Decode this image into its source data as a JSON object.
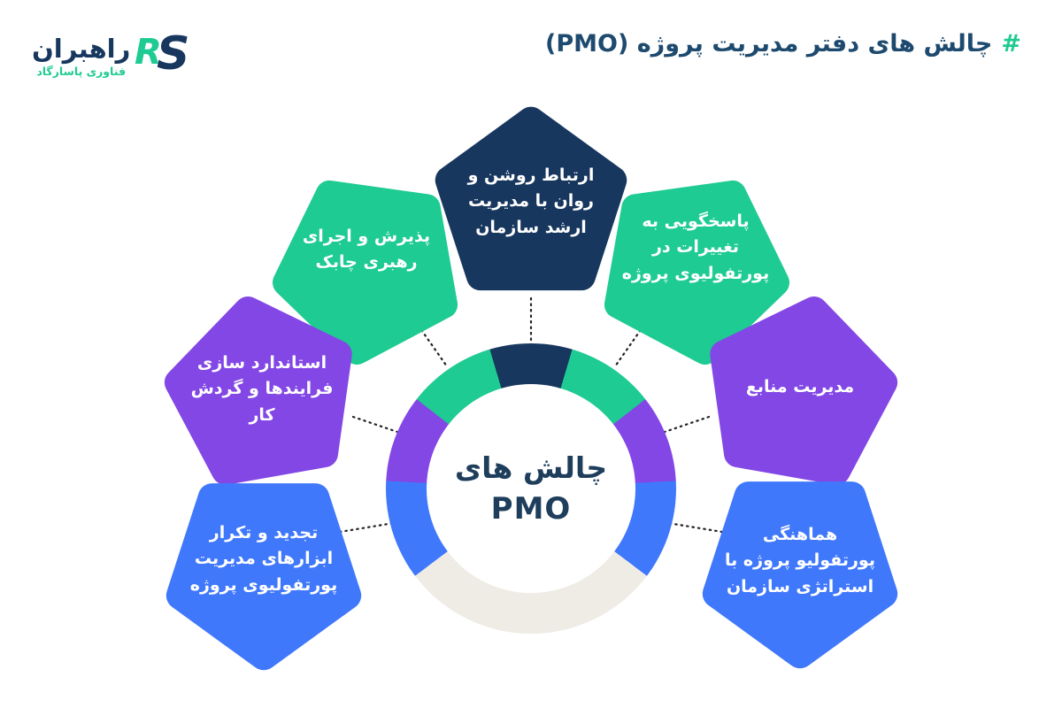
{
  "header": {
    "title": {
      "hash": "#",
      "text": "چالش های دفتر مدیریت پروژه (PMO)"
    },
    "logo": {
      "brand": "راهبران",
      "tagline": "فناوری پاسارگاد",
      "mark": {
        "letter_green": "R",
        "letter_navy": "S"
      }
    }
  },
  "diagram": {
    "center": {
      "line1": "چالش های",
      "line2": "PMO"
    },
    "ring": {
      "segments": [
        {
          "color": "#17375e",
          "to": 16.5
        },
        {
          "color": "#1ecb92",
          "to": 52
        },
        {
          "color": "#8347e6",
          "to": 87
        },
        {
          "color": "#4078fb",
          "to": 127
        },
        {
          "color": "#eeece4",
          "to": 233
        },
        {
          "color": "#4078fb",
          "to": 273
        },
        {
          "color": "#8347e6",
          "to": 308
        },
        {
          "color": "#1ecb92",
          "to": 343.5
        },
        {
          "color": "#17375e",
          "to": 360
        }
      ]
    },
    "items": [
      {
        "id": "senior-management-communication",
        "color": "#17375e",
        "lines": [
          "ارتباط روشن و",
          "روان با مدیریت",
          "ارشد سازمان"
        ]
      },
      {
        "id": "agile-leadership",
        "color": "#1ecb92",
        "lines": [
          "پذیرش و اجرای",
          "رهبری چابک"
        ]
      },
      {
        "id": "portfolio-change-response",
        "color": "#1ecb92",
        "lines": [
          "پاسخگویی به",
          "تغییرات در",
          "پورتفولیوی پروژه"
        ]
      },
      {
        "id": "process-standardization",
        "color": "#8347e6",
        "lines": [
          "استاندارد سازی",
          "فرایندها و گردش",
          "کار"
        ]
      },
      {
        "id": "resource-management",
        "color": "#8347e6",
        "lines": [
          "مدیریت منابع"
        ]
      },
      {
        "id": "ppm-tools-renewal",
        "color": "#4078fb",
        "lines": [
          "تجدید و تکرار",
          "ابزارهای مدیریت",
          "پورتفولیوی پروژه"
        ]
      },
      {
        "id": "portfolio-strategy-alignment",
        "color": "#4078fb",
        "lines": [
          "هماهنگی",
          "پورتفولیو پروژه با",
          "استراتژی سازمان"
        ]
      }
    ]
  },
  "colors": {
    "navy": "#17375e",
    "green": "#1ecb92",
    "purple": "#8347e6",
    "blue": "#4078fb",
    "ring_gray": "#eeece4",
    "title": "#1d4a6e",
    "center_text": "#1e3e5c",
    "connector": "#222222"
  }
}
